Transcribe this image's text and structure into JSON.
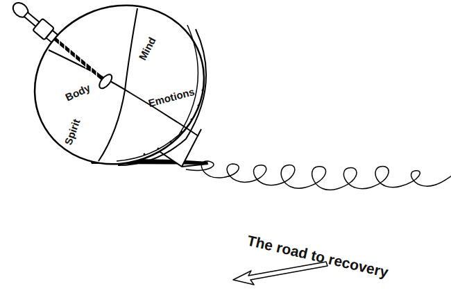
{
  "diagram": {
    "labels": [
      "Body",
      "Mind",
      "Emotions",
      "Spirit",
      "The road to recovery"
    ]
  }
}
